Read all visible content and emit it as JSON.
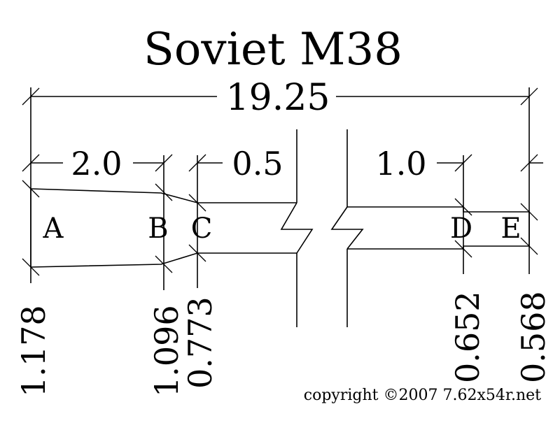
{
  "title": "Soviet M38",
  "overall_length": "19.25",
  "segment_lengths": {
    "a_to_b": "2.0",
    "b_to_c": "0.5",
    "d_to_e": "1.0"
  },
  "points": {
    "a": "A",
    "b": "B",
    "c": "C",
    "d": "D",
    "e": "E"
  },
  "diameters": {
    "a": "1.178",
    "b": "1.096",
    "c": "0.773",
    "d": "0.652",
    "e": "0.568"
  },
  "copyright": "copyright ©2007 7.62x54r.net"
}
